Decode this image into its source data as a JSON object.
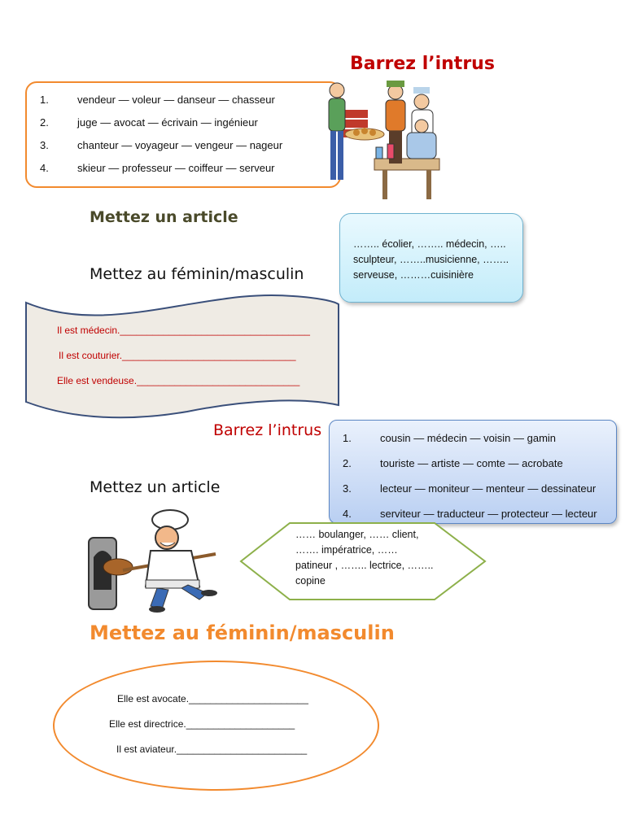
{
  "section1": {
    "title": "Barrez l’intrus",
    "items": [
      {
        "num": "1.",
        "text": "vendeur — voleur — danseur — chasseur"
      },
      {
        "num": "2.",
        "text": "juge — avocat — écrivain — ingénieur"
      },
      {
        "num": "3.",
        "text": "chanteur — voyageur — vengeur — nageur"
      },
      {
        "num": "4.",
        "text": "skieur — professeur — coiffeur — serveur"
      }
    ]
  },
  "section2": {
    "title": "Mettez un article",
    "text": "…….. écolier, …….. médecin, ….. sculpteur, ……..musicienne, …….. serveuse, ………cuisinière"
  },
  "section3": {
    "title": "Mettez au féminin/masculin",
    "lines": [
      "Il est médecin.___________________________________",
      "Il est couturier.________________________________",
      "Elle est vendeuse.______________________________"
    ]
  },
  "section4": {
    "title": "Barrez l’intrus",
    "items": [
      {
        "num": "1.",
        "text": "cousin — médecin — voisin — gamin"
      },
      {
        "num": "2.",
        "text": "touriste — artiste — comte — acrobate"
      },
      {
        "num": "3.",
        "text": "lecteur — moniteur — menteur — dessinateur"
      },
      {
        "num": "4.",
        "text": "serviteur — traducteur — protecteur — lecteur"
      }
    ]
  },
  "section5": {
    "title": "Mettez un article",
    "text": "…… boulanger, …… client, ……. impératrice, …… patineur , …….. lectrice, …….. copine"
  },
  "section6": {
    "title": "Mettez au féminin/masculin",
    "lines": [
      "Elle est avocate.______________________",
      "Elle est directrice.____________________",
      "Il est aviateur.________________________"
    ]
  },
  "colors": {
    "red_title": "#c00000",
    "olive_title": "#4a4a2a",
    "orange": "#f28a2e",
    "orange_border": "#f28a2e",
    "scroll_fill": "#efebe4",
    "scroll_border": "#3a4f7a",
    "cyan_box": "#c9f0fb",
    "blue_box": "#c5d9f5",
    "green_hex": "#8db04a",
    "red_text": "#c00000"
  },
  "illustrations": {
    "workers": "workers-clipart",
    "baker": "baker-clipart"
  }
}
